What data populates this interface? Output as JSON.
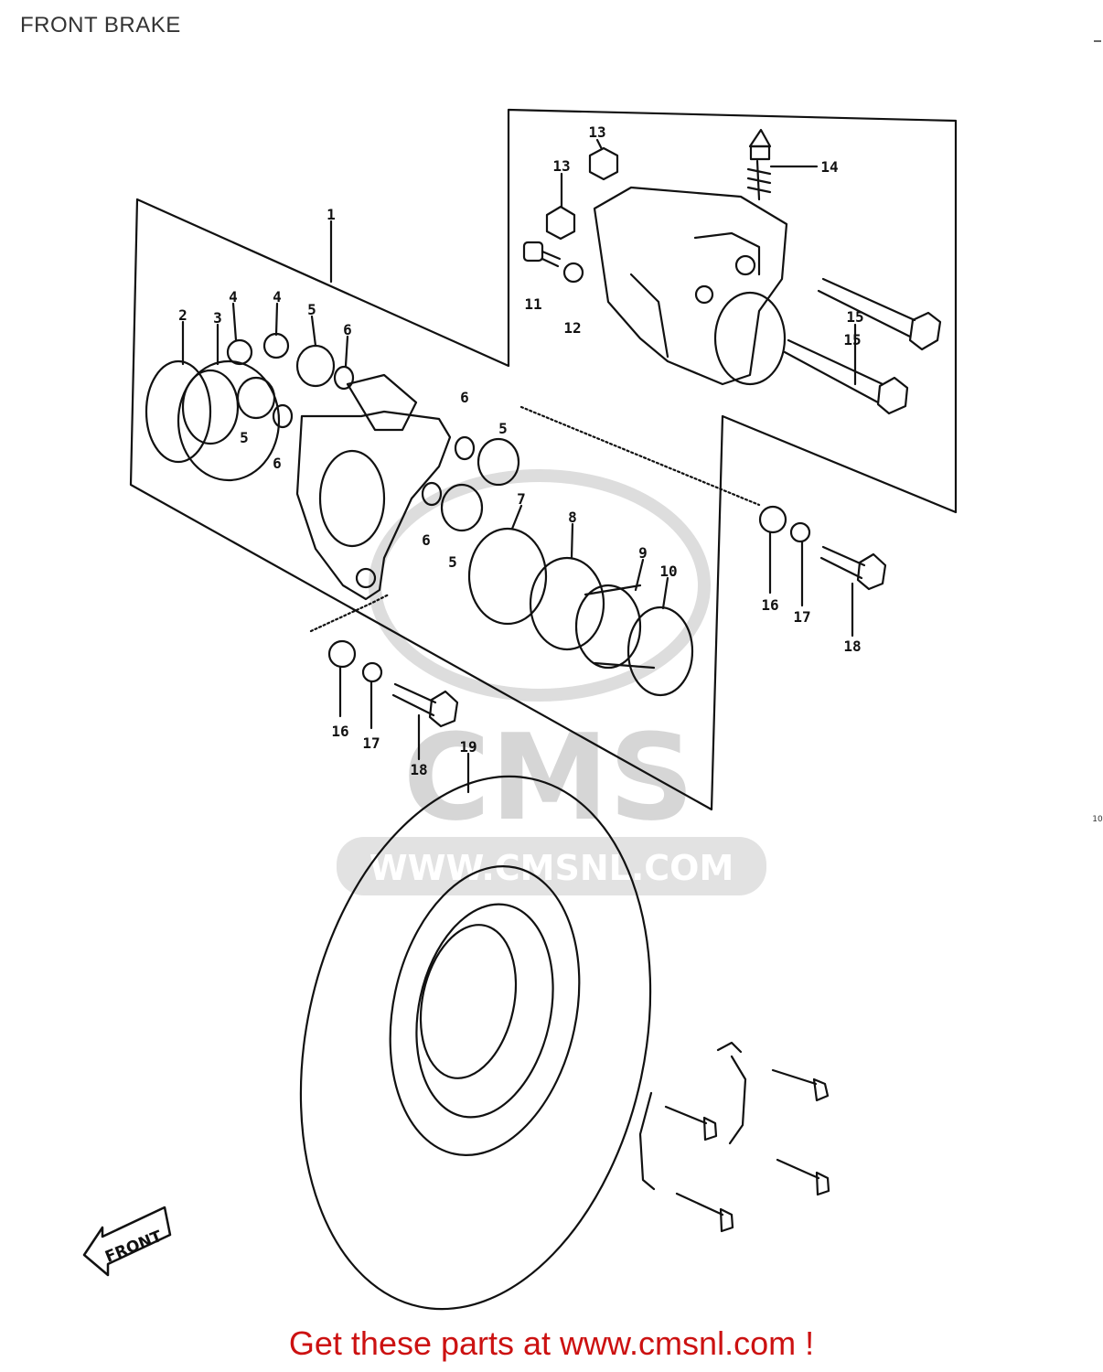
{
  "page": {
    "title": "FRONT BRAKE"
  },
  "diagram": {
    "callouts": [
      "1",
      "2",
      "3",
      "4",
      "4",
      "5",
      "5",
      "5",
      "5",
      "6",
      "6",
      "6",
      "6",
      "7",
      "8",
      "9",
      "10",
      "11",
      "12",
      "13",
      "13",
      "14",
      "15",
      "15",
      "16",
      "16",
      "17",
      "17",
      "18",
      "18",
      "19"
    ],
    "front_label": "FRONT",
    "watermark": {
      "logo": "CMS",
      "url": "WWW.CMSNL.COM"
    },
    "margin_marks": {
      "right_small": "10"
    }
  },
  "footer": {
    "cta": "Get these parts at www.cmsnl.com !"
  },
  "colors": {
    "cta": "#cc1111",
    "line": "#111111",
    "watermark": "#d6d6d6"
  }
}
